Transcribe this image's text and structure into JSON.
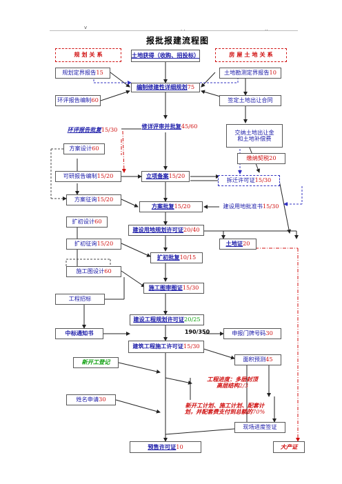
{
  "header": {
    "left_mark": "v",
    "mid_mark": ". .",
    "right_mark": ".."
  },
  "title": "报批报建流程图",
  "columns": {
    "left": "规  划  关  系",
    "right": "房  屋  土  地  关  系"
  },
  "center": {
    "land": "土地获得（收购、招投标）",
    "detail_plan": "编制修建性详细规划",
    "detail_plan_days": "75",
    "review": "修详评审并批复",
    "review_days": "45/60",
    "approval": "立项备案",
    "approval_days": "15/20",
    "scheme": "方案批复",
    "scheme_days": "15/20",
    "land_permit": "建设用地规划许可证",
    "land_permit_days": "20/40",
    "prelim": "扩初批复",
    "prelim_days": "10/15",
    "drawing": "施工图审图证",
    "drawing_days": "15/30",
    "eng_permit": "建设工程规划许可证",
    "eng_permit_days": "20/25",
    "construct_permit": "建筑工程施工许可证",
    "construct_permit_days": "15/30",
    "presale": "预售许可证",
    "presale_days": "10",
    "code": "190/350"
  },
  "left": {
    "plan_report": "规划定界报告",
    "plan_report_days": "15",
    "env_report": "环评报告编制",
    "env_report_days": "60",
    "env_approval": "环评报告批复",
    "env_approval_days": "15/30",
    "scheme_design": "方案设计",
    "scheme_design_days": "60",
    "feasibility": "可研报告编制",
    "feasibility_days": "15/20",
    "scheme_consult": "方案征询",
    "scheme_consult_days": "15/20",
    "prelim_design": "扩初设计",
    "prelim_design_days": "60",
    "prelim_consult": "扩初征询",
    "prelim_consult_days": "15/20",
    "drawing_design": "施工图设计",
    "drawing_design_days": "60",
    "bidding": "工程招标",
    "bid_notice": "中标通知书",
    "new_start": "新开工登记",
    "name_apply": "姓名申请",
    "name_apply_days": "30"
  },
  "right": {
    "survey_report": "土地勘测定界报告",
    "survey_report_days": "10",
    "contract": "签定土地出让合同",
    "fee": "交纳土地出让金",
    "fee2": "和土地补偿费",
    "deed_tax": "缴纳契税",
    "deed_tax_days": "20",
    "relocation": "拆迁许可证",
    "relocation_days": "15/30",
    "land_use": "建设用地批准书",
    "land_use_days": "15/30",
    "land_cert": "土地证",
    "land_cert_days": "20",
    "door_number": "申报门牌号码",
    "door_number_days": "30",
    "area_forecast": "面积预测",
    "area_forecast_days": "45",
    "progress1": "工程进度：多层封顶",
    "progress2": "高层结构",
    "progress2_val": "2/3",
    "plan1": "新开工计划、施工计划、配套计",
    "plan2": "划，并配套费支付到总额的",
    "plan2_val": "70%",
    "site_visa": "现场进度签证",
    "property": "大产证"
  }
}
